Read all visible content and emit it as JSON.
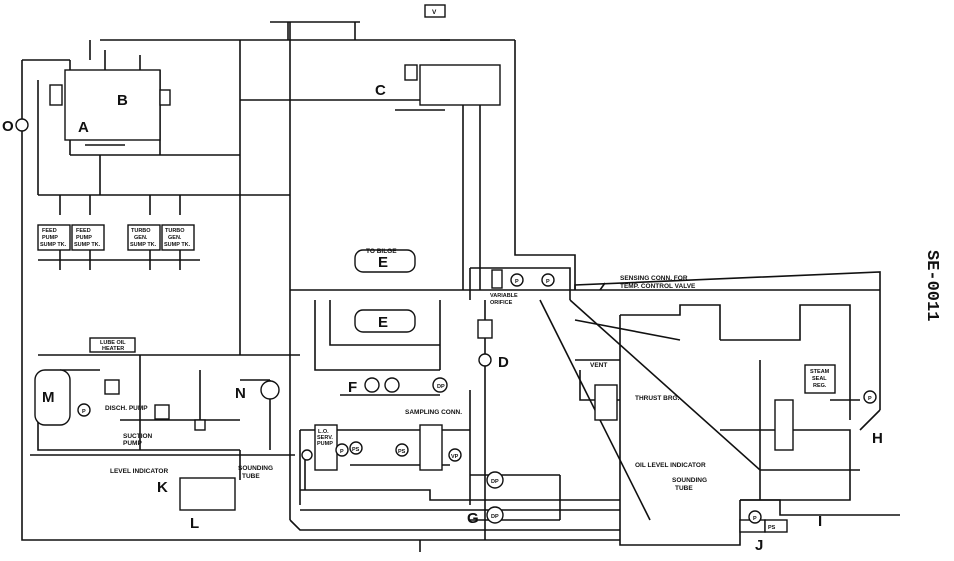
{
  "letters": {
    "A": "A",
    "B": "B",
    "C": "C",
    "D": "D",
    "E1": "E",
    "E2": "E",
    "F": "F",
    "G": "G",
    "H": "H",
    "I": "I",
    "J": "J",
    "K": "K",
    "L": "L",
    "M": "M",
    "N": "N",
    "O": "O"
  },
  "labels": {
    "feed_pump_1": [
      "FEED",
      "PUMP",
      "SUMP TK."
    ],
    "feed_pump_2": [
      "FEED",
      "PUMP",
      "SUMP TK."
    ],
    "turbo_gen_1": [
      "TURBO",
      "GEN.",
      "SUMP TK."
    ],
    "turbo_gen_2": [
      "TURBO",
      "GEN.",
      "SUMP TK."
    ],
    "to_bilge": "TO BILGE",
    "variable_orifice": [
      "VARIABLE",
      "ORIFICE"
    ],
    "sensing_conn": [
      "SENSING CONN. FOR",
      "TEMP. CONTROL VALVE"
    ],
    "lube_oil_heater": [
      "LUBE OIL",
      "HEATER"
    ],
    "disch_pump": "DISCH. PUMP",
    "suction_pump": [
      "SUCTION",
      "PUMP"
    ],
    "sampling_conn": "SAMPLING CONN.",
    "lo_serv_pump": [
      "L.O.",
      "SERV.",
      "PUMP"
    ],
    "vent": "VENT",
    "thrust_brg": "THRUST BRG.",
    "steam_seal_reg": [
      "STEAM",
      "SEAL",
      "REG."
    ],
    "oil_level_indicator": "OIL LEVEL INDICATOR",
    "sounding_tube_right": [
      "SOUNDING",
      "TUBE"
    ],
    "level_indicator": "LEVEL INDICATOR",
    "sounding_tube_left": [
      "SOUNDING",
      "TUBE"
    ],
    "valve_v": "V",
    "p": "P",
    "ps": "PS",
    "vp": "VP",
    "dp": "DP"
  },
  "side_code": "SE-0011"
}
